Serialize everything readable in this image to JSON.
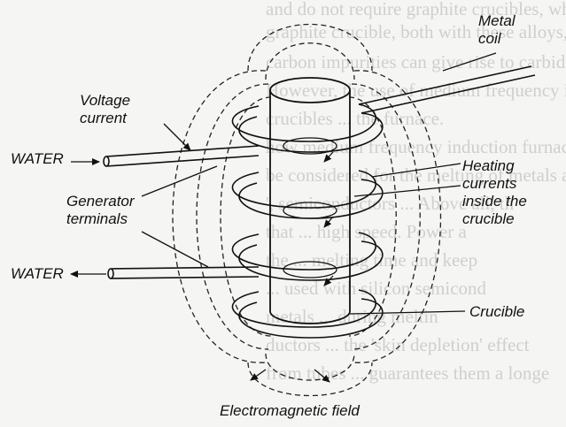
{
  "background_text_lines": [
    "and do not require graphite crucibles, which",
    "graphite crucible, both with these alloys, as",
    "carbon impurities can give rise to carbides a",
    "However, the use of medium frequency in",
    "crucibles ... the furnace.",
    "how medium frequency induction furnaces ha",
    "be considered for the melting of metals a",
    "', semiconductors ... Above all, th",
    "that ... high speed. Power a",
    "the ... melting time and keep",
    "... used with silicon semicond",
    "metals ... during meltin",
    "ductors ... the 'skin depletion' effect",
    "from tubes ... guarantees them a longe"
  ],
  "labels": {
    "metal_coil": "Metal\ncoil",
    "voltage_current": "Voltage\ncurrent",
    "water_in": "WATER",
    "water_out": "WATER",
    "generator_terminals": "Generator\nterminals",
    "heating_currents": "Heating\ncurrents\ninside the\ncrucible",
    "crucible": "Crucible",
    "electromagnetic_field": "Electromagnetic field"
  }
}
